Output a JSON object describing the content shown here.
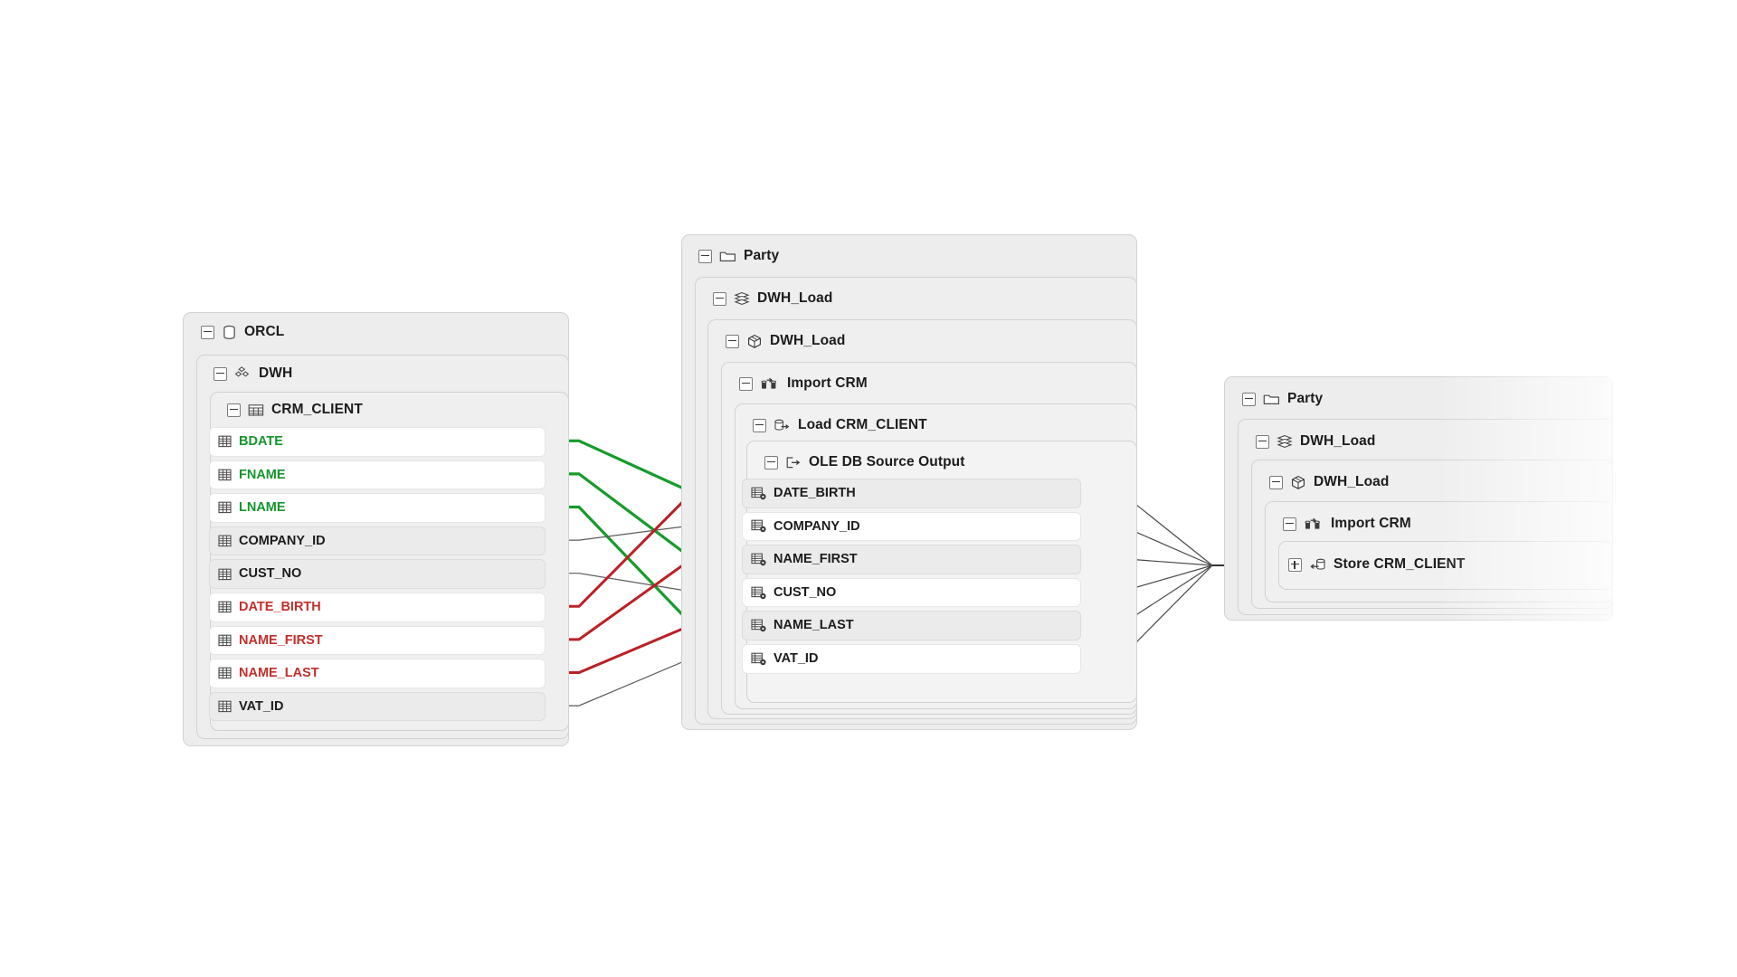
{
  "diagram": {
    "type": "data-lineage-mapping",
    "background": "#ffffff",
    "colors": {
      "link_green": "#179b2c",
      "link_red": "#bb2026",
      "link_grey": "#5a5a5a",
      "frame_fill": "#ededed",
      "row_white": "#ffffff",
      "row_grey": "#ebebeb",
      "text_green": "#14962b",
      "text_red": "#c2302b",
      "text_dark": "#1c1c1c"
    }
  },
  "source_panel": {
    "name": "ORCL",
    "icon": "database-icon",
    "expander": "minus",
    "schema": {
      "name": "DWH",
      "icon": "schema-icon",
      "expander": "minus"
    },
    "table": {
      "name": "CRM_CLIENT",
      "icon": "table-icon",
      "expander": "minus"
    },
    "columns": [
      {
        "name": "BDATE",
        "icon": "column-icon",
        "color": "green",
        "shade": "white"
      },
      {
        "name": "FNAME",
        "icon": "column-icon",
        "color": "green",
        "shade": "white"
      },
      {
        "name": "LNAME",
        "icon": "column-icon",
        "color": "green",
        "shade": "white"
      },
      {
        "name": "COMPANY_ID",
        "icon": "column-icon",
        "color": "dark",
        "shade": "grey"
      },
      {
        "name": "CUST_NO",
        "icon": "column-icon",
        "color": "dark",
        "shade": "grey"
      },
      {
        "name": "DATE_BIRTH",
        "icon": "column-icon",
        "color": "red",
        "shade": "white"
      },
      {
        "name": "NAME_FIRST",
        "icon": "column-icon",
        "color": "red",
        "shade": "white"
      },
      {
        "name": "NAME_LAST",
        "icon": "column-icon",
        "color": "red",
        "shade": "white"
      },
      {
        "name": "VAT_ID",
        "icon": "column-icon",
        "color": "dark",
        "shade": "grey"
      }
    ]
  },
  "middle_panel": {
    "levels": [
      {
        "name": "Party",
        "icon": "folder-icon",
        "expander": "minus"
      },
      {
        "name": "DWH_Load",
        "icon": "package-icon",
        "expander": "minus"
      },
      {
        "name": "DWH_Load",
        "icon": "cube-icon",
        "expander": "minus"
      },
      {
        "name": "Import CRM",
        "icon": "dataflow-icon",
        "expander": "minus"
      },
      {
        "name": "Load CRM_CLIENT",
        "icon": "source-icon",
        "expander": "minus"
      },
      {
        "name": "OLE DB Source Output",
        "icon": "output-icon",
        "expander": "minus"
      }
    ],
    "columns": [
      {
        "name": "DATE_BIRTH",
        "icon": "flow-column-icon",
        "arrow": "green",
        "shade": "grey"
      },
      {
        "name": "COMPANY_ID",
        "icon": "flow-column-icon",
        "arrow": "grey",
        "shade": "white"
      },
      {
        "name": "NAME_FIRST",
        "icon": "flow-column-icon",
        "arrow": "green",
        "shade": "grey"
      },
      {
        "name": "CUST_NO",
        "icon": "flow-column-icon",
        "arrow": "grey",
        "shade": "white"
      },
      {
        "name": "NAME_LAST",
        "icon": "flow-column-icon",
        "arrow": "green",
        "shade": "grey"
      },
      {
        "name": "VAT_ID",
        "icon": "flow-column-icon",
        "arrow": "grey",
        "shade": "white"
      }
    ]
  },
  "target_panel": {
    "levels": [
      {
        "name": "Party",
        "icon": "folder-icon",
        "expander": "minus"
      },
      {
        "name": "DWH_Load",
        "icon": "package-icon",
        "expander": "minus"
      },
      {
        "name": "DWH_Load",
        "icon": "cube-icon",
        "expander": "minus"
      },
      {
        "name": "Import CRM",
        "icon": "dataflow-icon",
        "expander": "minus"
      }
    ],
    "destination": {
      "name": "Store CRM_CLIENT",
      "icon": "destination-icon",
      "expander": "plus",
      "arrow": "grey"
    }
  },
  "links": [
    {
      "from": "BDATE",
      "to": "DATE_BIRTH",
      "color": "green"
    },
    {
      "from": "FNAME",
      "to": "NAME_FIRST",
      "color": "green"
    },
    {
      "from": "LNAME",
      "to": "NAME_LAST",
      "color": "green"
    },
    {
      "from": "COMPANY_ID",
      "to": "COMPANY_ID",
      "color": "grey"
    },
    {
      "from": "CUST_NO",
      "to": "CUST_NO",
      "color": "grey"
    },
    {
      "from": "DATE_BIRTH",
      "to": "DATE_BIRTH",
      "color": "red"
    },
    {
      "from": "NAME_FIRST",
      "to": "NAME_FIRST",
      "color": "red"
    },
    {
      "from": "NAME_LAST",
      "to": "NAME_LAST",
      "color": "red"
    },
    {
      "from": "VAT_ID",
      "to": "VAT_ID",
      "color": "grey"
    },
    {
      "from": "DATE_BIRTH",
      "to": "Store CRM_CLIENT",
      "color": "grey"
    },
    {
      "from": "COMPANY_ID",
      "to": "Store CRM_CLIENT",
      "color": "grey"
    },
    {
      "from": "NAME_FIRST",
      "to": "Store CRM_CLIENT",
      "color": "grey"
    },
    {
      "from": "CUST_NO",
      "to": "Store CRM_CLIENT",
      "color": "grey"
    },
    {
      "from": "NAME_LAST",
      "to": "Store CRM_CLIENT",
      "color": "grey"
    },
    {
      "from": "VAT_ID",
      "to": "Store CRM_CLIENT",
      "color": "grey"
    }
  ]
}
